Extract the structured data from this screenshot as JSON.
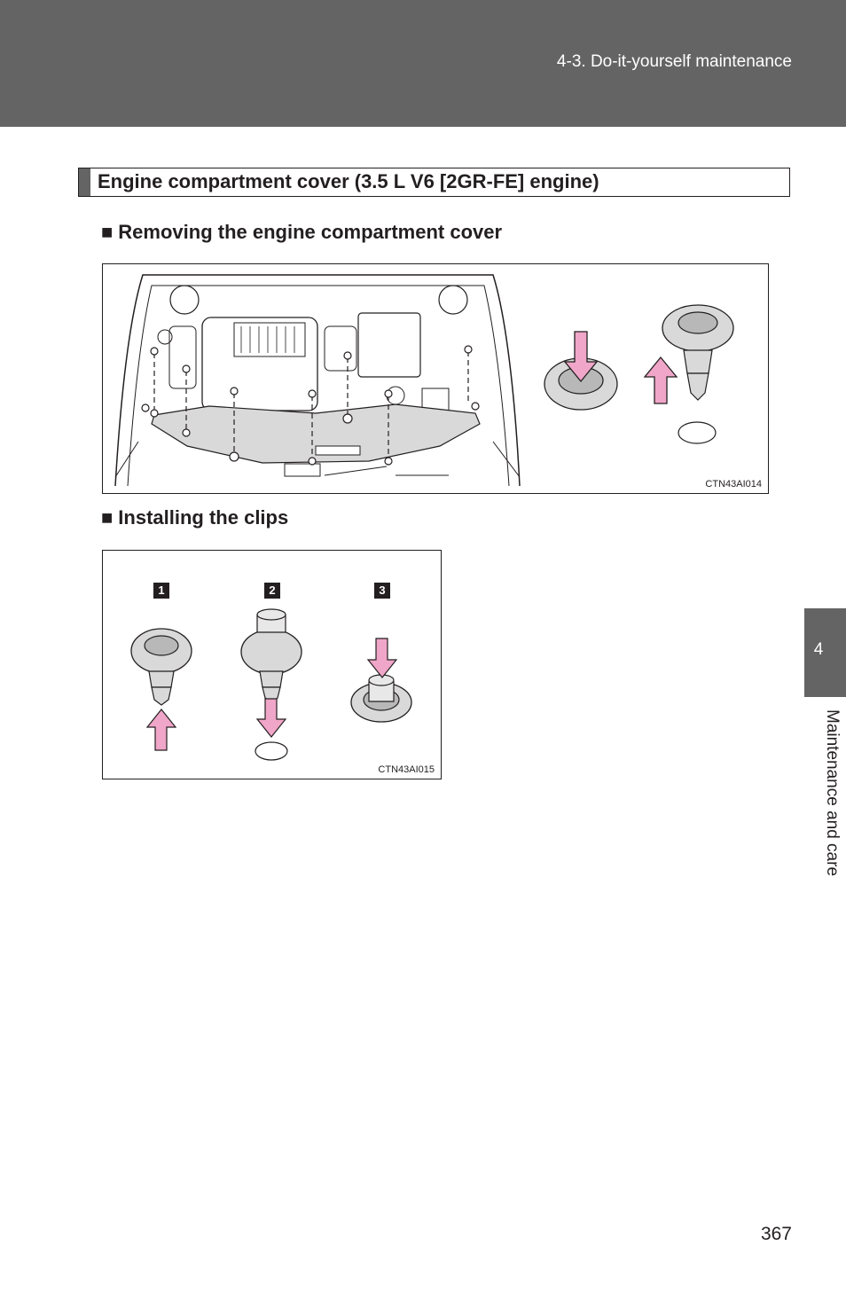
{
  "header": {
    "section": "4-3. Do-it-yourself maintenance"
  },
  "section": {
    "title": "Engine compartment cover (3.5 L V6 [2GR-FE] engine)"
  },
  "subsections": [
    {
      "marker": "■",
      "title": "Removing the engine compartment cover",
      "figure_code": "CTN43AI014"
    },
    {
      "marker": "■",
      "title": "Installing the clips",
      "figure_code": "CTN43AI015",
      "steps": [
        "1",
        "2",
        "3"
      ]
    }
  ],
  "side_tab": {
    "chapter_number": "4",
    "chapter_title": "Maintenance and care"
  },
  "page_number": "367",
  "colors": {
    "header_band": "#646464",
    "arrow_pink": "#f0a6c8",
    "part_gray": "#d9d9d9"
  }
}
